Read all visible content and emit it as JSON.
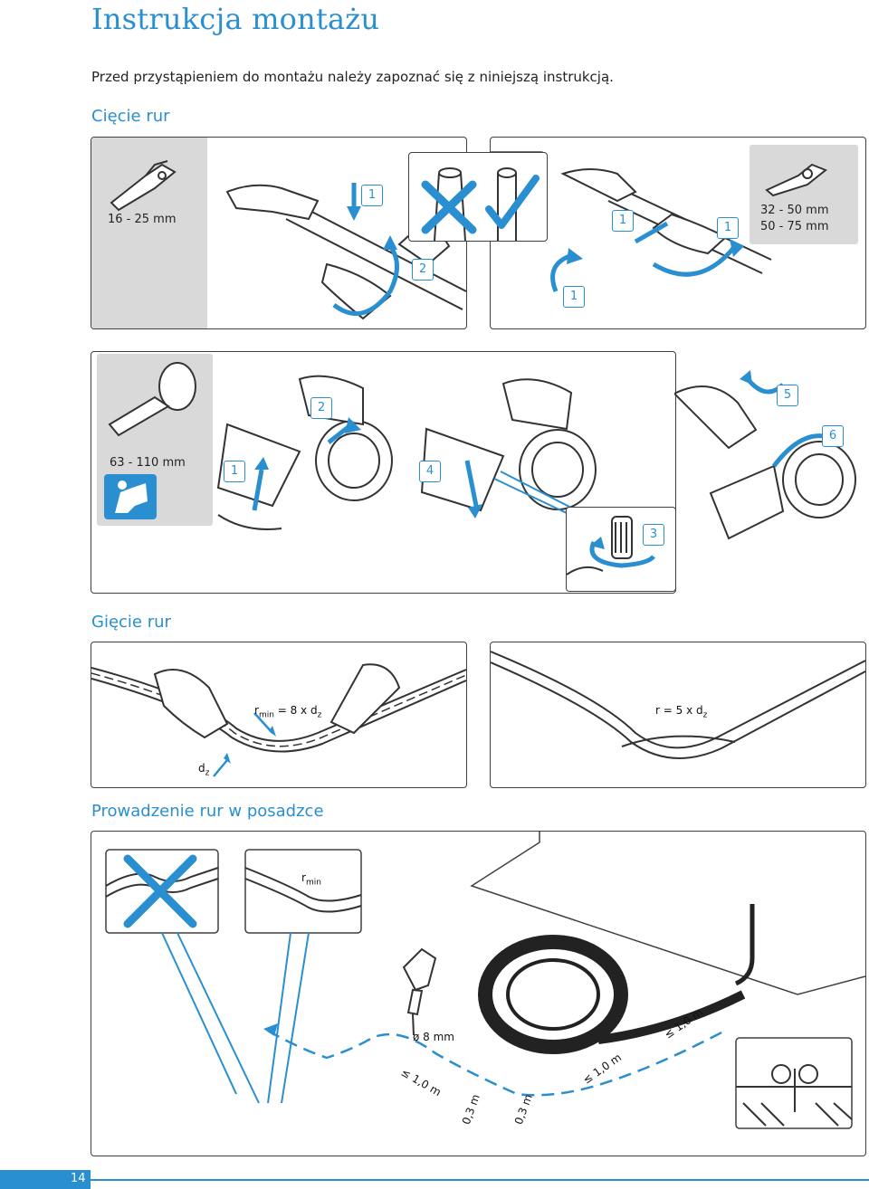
{
  "page": {
    "title": "Instrukcja montażu",
    "intro": "Przed przystąpieniem do montażu należy zapoznać się z niniejszą instrukcją.",
    "page_number": "14"
  },
  "sections": {
    "cutting": "Cięcie rur",
    "bending": "Gięcie rur",
    "screed": "Prowadzenie rur w posadzce"
  },
  "cutting": {
    "small_range": "16 - 25 mm",
    "medium_range_1": "32 - 50 mm",
    "medium_range_2": "50 - 75 mm",
    "large_range": "63 - 110 mm",
    "steps": {
      "p1_a": "1",
      "p1_b": "2",
      "p2_a": "1",
      "p2_b": "1",
      "p2_c": "1",
      "p3_a": "1",
      "p3_b": "2",
      "p3_c": "4",
      "p3_d": "3",
      "p3_e": "5",
      "p3_f": "6"
    }
  },
  "bending": {
    "rmin_label": "r",
    "rmin_sub": "min",
    "rmin_eq": " = 8 x d",
    "rmin_sub2": "z",
    "r_label": "r = 5 x d",
    "r_sub": "z",
    "dz_label": "d",
    "dz_sub": "z"
  },
  "screed": {
    "rmin_label": "r",
    "rmin_sub": "min",
    "drill": "ø 8 mm",
    "dist_1": "≤ 1,0 m",
    "dist_2": "0,3 m",
    "dist_3": "0,3 m",
    "dist_4": "≤ 1,0 m",
    "dist_5": "≤ 1,0 m"
  },
  "colors": {
    "accent": "#2a8fd0",
    "line": "#3f3f3f",
    "tool_bg": "#d9d9d9"
  }
}
